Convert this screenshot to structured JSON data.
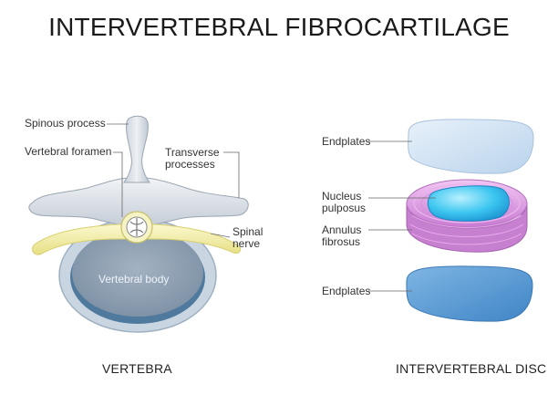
{
  "title": "INTERVERTEBRAL FIBROCARTILAGE",
  "vertebra": {
    "caption": "VERTEBRA",
    "labels": {
      "spinous_process": "Spinous process",
      "vertebral_foramen": "Vertebral foramen",
      "transverse_processes": "Transverse\nprocesses",
      "spinal_nerve": "Spinal\nnerve",
      "vertebral_body": "Vertebral body"
    }
  },
  "disc": {
    "caption": "INTERVERTEBRAL DISC",
    "labels": {
      "endplates_top": "Endplates",
      "nucleus_pulposus": "Nucleus\npulposus",
      "annulus_fibrosus": "Annulus\nfibrosus",
      "endplates_bottom": "Endplates"
    }
  },
  "colors": {
    "bone": "#dfe4ea",
    "bone_shadow": "#aab4bf",
    "nerve": "#f3efa6",
    "body_outer": "#c9d6e2",
    "body_inner": "#8e9fb1",
    "body_rim": "#4f7a9e",
    "endplate_top": "#dce9f6",
    "endplate_bottom": "#5d9bd3",
    "annulus": "#e1a2e6",
    "nucleus": "#3cc6f0"
  }
}
